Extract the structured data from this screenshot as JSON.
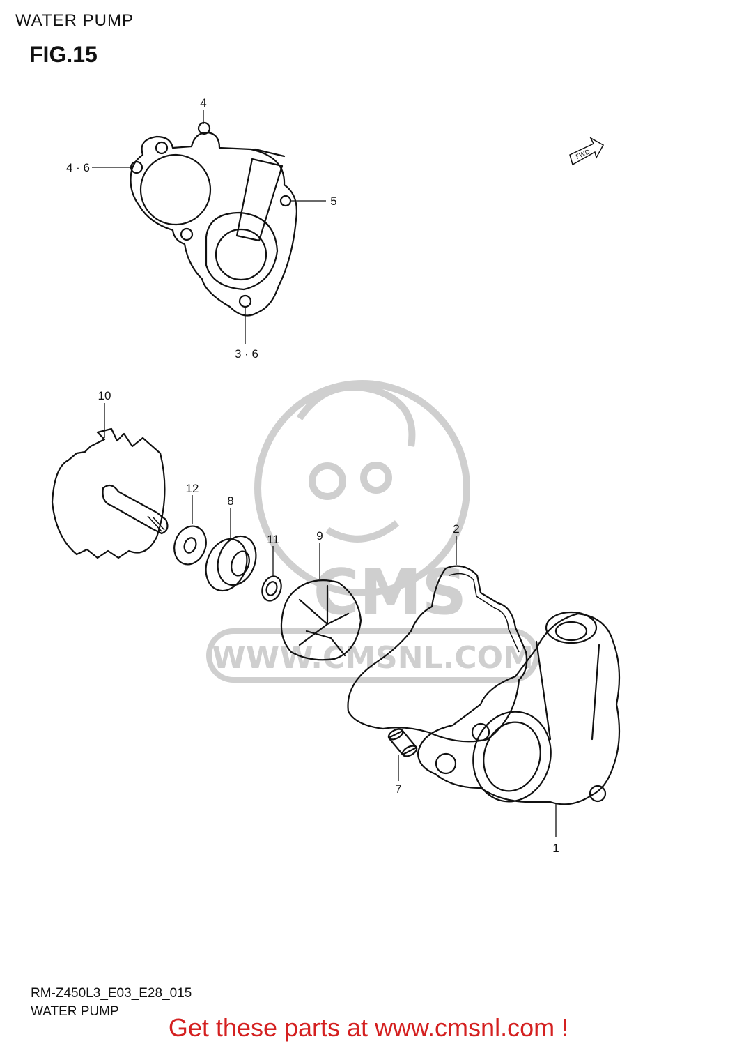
{
  "header": {
    "section_title": "WATER PUMP"
  },
  "figure": {
    "number": "FIG.15",
    "orientation_badge": "FWD"
  },
  "parts": [
    {
      "ref": "1"
    },
    {
      "ref": "2"
    },
    {
      "ref": "3 · 6"
    },
    {
      "ref": "4"
    },
    {
      "ref": "4 · 6"
    },
    {
      "ref": "5"
    },
    {
      "ref": "7"
    },
    {
      "ref": "8"
    },
    {
      "ref": "9"
    },
    {
      "ref": "10"
    },
    {
      "ref": "11"
    },
    {
      "ref": "12"
    }
  ],
  "watermark": {
    "brand": "CMS",
    "url": "WWW.CMSNL.COM"
  },
  "footer": {
    "model_code": "RM-Z450L3_E03_E28_015",
    "caption": "WATER PUMP",
    "promo": "Get these parts at www.cmsnl.com !"
  },
  "colors": {
    "promo": "#d42020",
    "line_art": "#111111",
    "watermark": "#cfcfcf"
  }
}
